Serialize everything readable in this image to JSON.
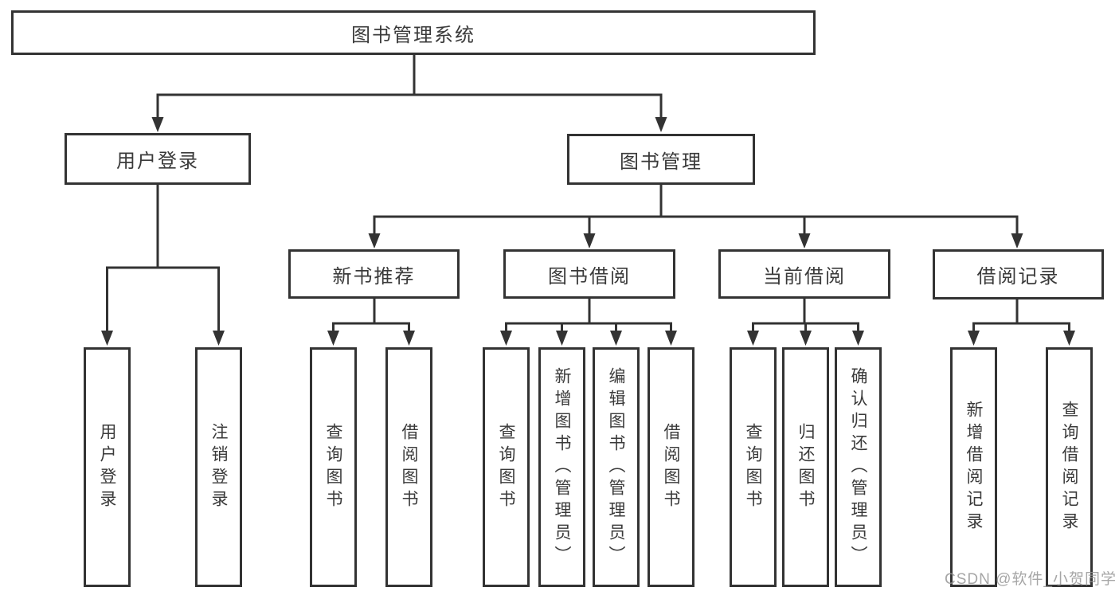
{
  "diagram": {
    "root": {
      "label": "图书管理系统"
    },
    "branches": [
      {
        "label": "用户登录",
        "children": [
          {
            "label": "用户登录"
          },
          {
            "label": "注销登录"
          }
        ]
      },
      {
        "label": "图书管理",
        "children": [
          {
            "label": "新书推荐",
            "children": [
              {
                "label": "查询图书"
              },
              {
                "label": "借阅图书"
              }
            ]
          },
          {
            "label": "图书借阅",
            "children": [
              {
                "label": "查询图书"
              },
              {
                "label": "新增图书（管理员）"
              },
              {
                "label": "编辑图书（管理员）"
              },
              {
                "label": "借阅图书"
              }
            ]
          },
          {
            "label": "当前借阅",
            "children": [
              {
                "label": "查询图书"
              },
              {
                "label": "归还图书"
              },
              {
                "label": "确认归还（管理员）"
              }
            ]
          },
          {
            "label": "借阅记录",
            "children": [
              {
                "label": "新增借阅记录"
              },
              {
                "label": "查询借阅记录"
              }
            ]
          }
        ]
      }
    ],
    "watermark": "CSDN @软件_小贺同学"
  },
  "colors": {
    "line": "#333333",
    "box_border": "#333333",
    "text": "#3a3a3a",
    "watermark": "#969696",
    "background": "#ffffff"
  }
}
